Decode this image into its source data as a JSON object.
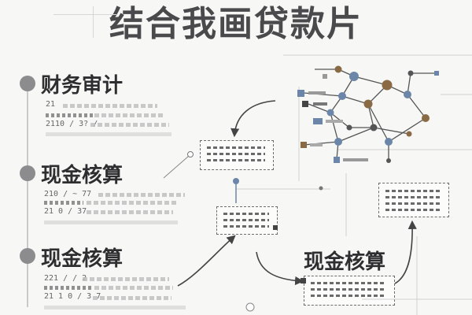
{
  "title": "结合我画贷款片",
  "timeline": {
    "items": [
      {
        "heading": "财务审计",
        "lines": [
          "21",
          "2110 / 3? /"
        ]
      },
      {
        "heading": "现金核算",
        "lines": [
          "210 / ~ 77",
          "21 0 / 37"
        ]
      },
      {
        "heading": "现金核算",
        "lines": [
          "221 / / 2",
          "21 1 0 / 3 7"
        ]
      }
    ]
  },
  "diagram": {
    "callout": "现金核算"
  },
  "colors": {
    "network_blue": "#6b86a8",
    "network_brown": "#8a6a45",
    "ink": "#2e2e30"
  }
}
